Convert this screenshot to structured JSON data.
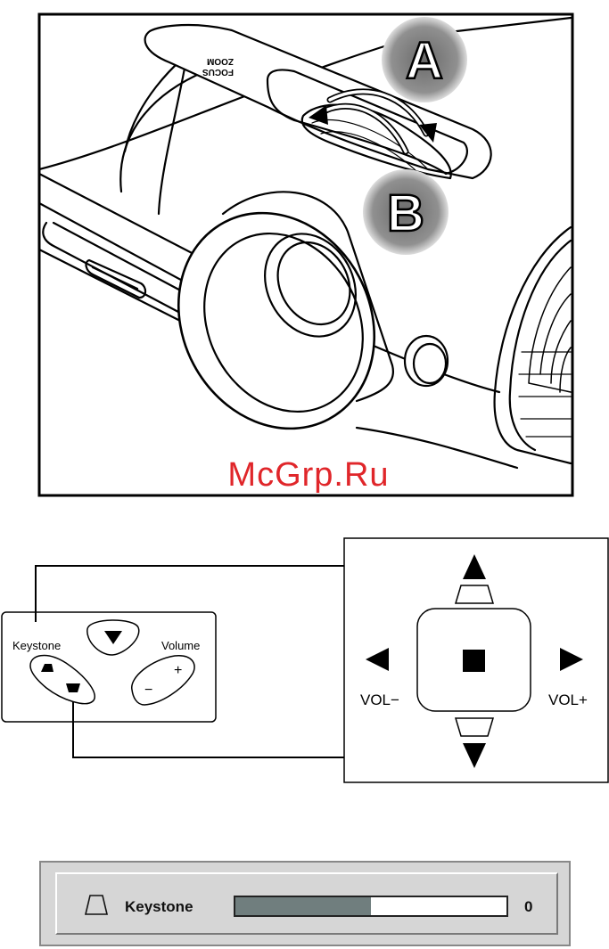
{
  "projector": {
    "ring_labels": [
      "FOCUS",
      "ZOOM"
    ],
    "callout_a": "A",
    "callout_b": "B",
    "watermark": "McGrp.Ru"
  },
  "keypad": {
    "keystone_label": "Keystone",
    "volume_label": "Volume",
    "plus_sign": "+",
    "minus_sign": "−"
  },
  "remote": {
    "vol_minus_label": "VOL−",
    "vol_plus_label": "VOL+"
  },
  "osd": {
    "label": "Keystone",
    "value": "0",
    "level_fraction": 0.5
  },
  "colors": {
    "watermark": "#e0262a",
    "callout": "#8a8a8a",
    "osd_background": "#d6d6d6",
    "osd_fill": "#707e7e"
  }
}
